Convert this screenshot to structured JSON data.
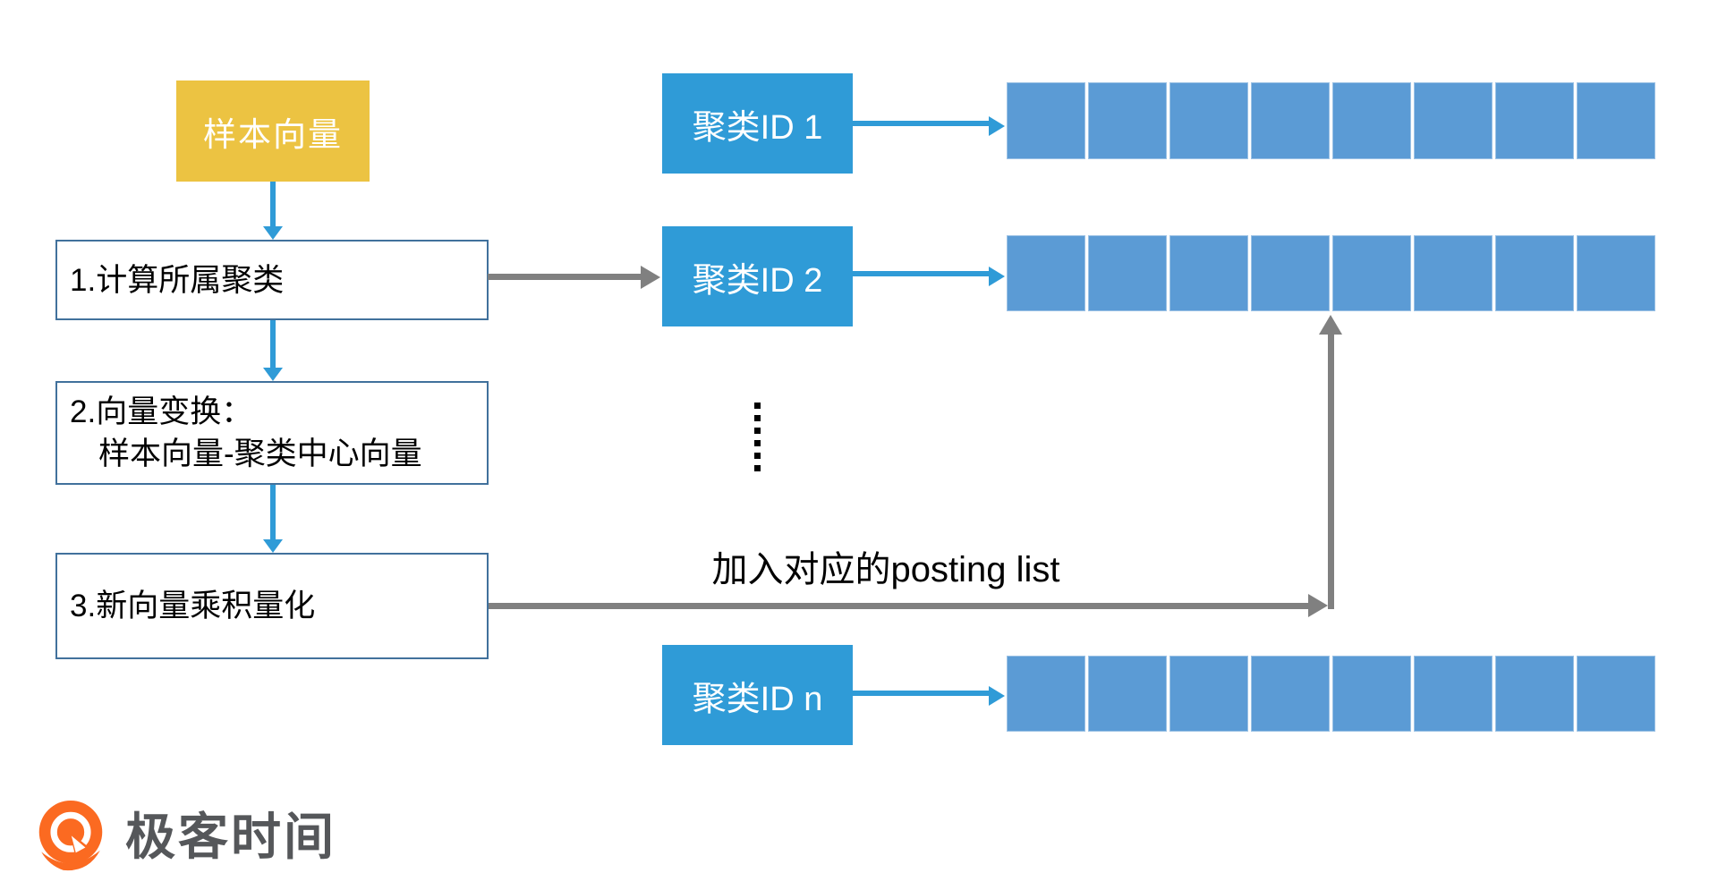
{
  "canvas": {
    "background": "#ffffff"
  },
  "colors": {
    "sample_box_fill": "#ecc342",
    "cluster_box_fill": "#2f9bd7",
    "posting_cell_fill": "#5b9bd5",
    "flow_box_border": "#41719c",
    "blue_arrow": "#2f9bd7",
    "gray_arrow": "#808080",
    "logo_orange": "#fb6a21",
    "logo_text_color": "#55575a"
  },
  "flow": {
    "source_label": "样本向量",
    "steps": [
      {
        "label": "1.计算所属聚类"
      },
      {
        "line1": "2.向量变换：",
        "line2": "样本向量-聚类中心向量"
      },
      {
        "label": "3.新向量乘积量化"
      }
    ]
  },
  "clusters": [
    {
      "label": "聚类ID 1",
      "cells": 8
    },
    {
      "label": "聚类ID 2",
      "cells": 8
    },
    {
      "label": "聚类ID n",
      "cells": 8
    }
  ],
  "ellipsis": {
    "dots": 6
  },
  "annotations": {
    "posting_list_label": "加入对应的posting list"
  },
  "logo": {
    "text": "极客时间"
  }
}
